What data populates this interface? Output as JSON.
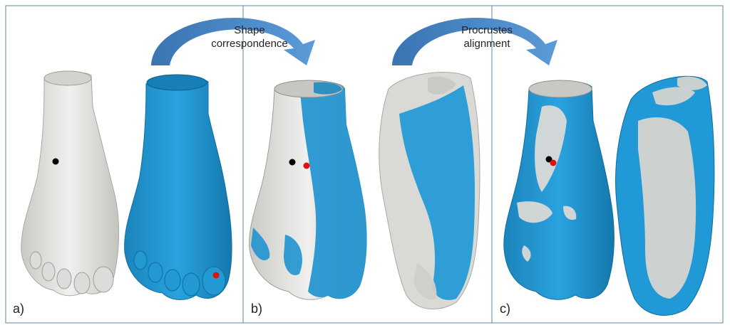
{
  "figure": {
    "panels": [
      {
        "label": "a)"
      },
      {
        "label": "b)"
      },
      {
        "label": "c)"
      }
    ],
    "arrows": [
      {
        "caption_line1": "Shape",
        "caption_line2": "correspondence"
      },
      {
        "caption_line1": "Procrustes",
        "caption_line2": "alignment"
      }
    ],
    "colors": {
      "gray_mesh": "#e4e4e2",
      "gray_shade": "#bdbdb9",
      "blue_mesh": "#1d8fc9",
      "blue_shade": "#0f6d9f",
      "arrow_fill": "#3f7fc2",
      "frame": "#5a87a8",
      "landmark_black": "#000000",
      "landmark_red": "#e01010"
    }
  }
}
